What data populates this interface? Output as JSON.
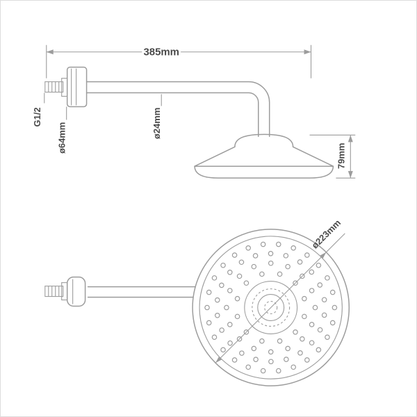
{
  "diagram": {
    "type": "shower-head-technical-drawing",
    "views": {
      "side_view": "wall-mounted shower arm with rain head, side elevation",
      "bottom_view": "shower head spray face"
    },
    "labels": {
      "arm_length": "385mm",
      "thread_size": "G1/2",
      "flange_diameter": "ø64mm",
      "arm_diameter": "ø24mm",
      "head_height": "79mm",
      "head_face_diameter": "ø223mm"
    },
    "colors": {
      "line": "#9c9c9c",
      "text": "#4a4a4a",
      "background": "#ffffff",
      "border": "#dddddd"
    },
    "spray_pattern": {
      "dot_radius": 3.2,
      "rings": [
        {
          "radius": 50,
          "count": 12,
          "offset_deg": 15
        },
        {
          "radius": 64,
          "count": 16,
          "offset_deg": 0
        },
        {
          "radius": 78,
          "count": 22,
          "offset_deg": 8
        },
        {
          "radius": 92,
          "count": 26,
          "offset_deg": 0
        }
      ]
    }
  }
}
